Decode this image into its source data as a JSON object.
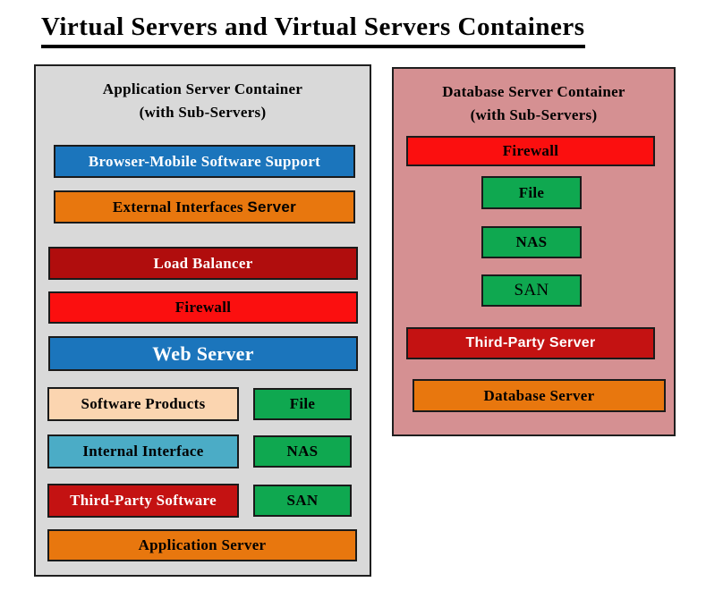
{
  "page_title": "Virtual Servers and Virtual Servers Containers",
  "colors": {
    "app_container_bg": "#d9d9d9",
    "db_container_bg": "#d59092",
    "blue": "#1b75bc",
    "orange": "#e8770e",
    "dark_red": "#b00d0d",
    "bright_red": "#fb0f0f",
    "crimson_red": "#c41212",
    "green": "#0fa850",
    "peach": "#fbd5b0",
    "light_blue": "#4bacc6",
    "border": "#1a1a1a"
  },
  "app": {
    "title_line1": "Application Server Container",
    "title_line2": "(with Sub-Servers)",
    "boxes": {
      "browser_mobile": "Browser-Mobile Software Support",
      "external_interfaces_main": "External Interfaces ",
      "external_interfaces_suffix": "Server",
      "load_balancer": "Load Balancer",
      "firewall": "Firewall",
      "web_server": "Web Server",
      "software_products": "Software Products",
      "file": "File",
      "internal_interface": "Internal Interface",
      "nas": "NAS",
      "third_party_software": "Third-Party Software",
      "san": "SAN",
      "application_server": "Application Server"
    }
  },
  "db": {
    "title_line1": "Database Server Container",
    "title_line2": "(with Sub-Servers)",
    "boxes": {
      "firewall": "Firewall",
      "file": "File",
      "nas": "NAS",
      "san": "SAN",
      "third_party_server": "Third-Party Server",
      "database_server": "Database Server"
    }
  }
}
